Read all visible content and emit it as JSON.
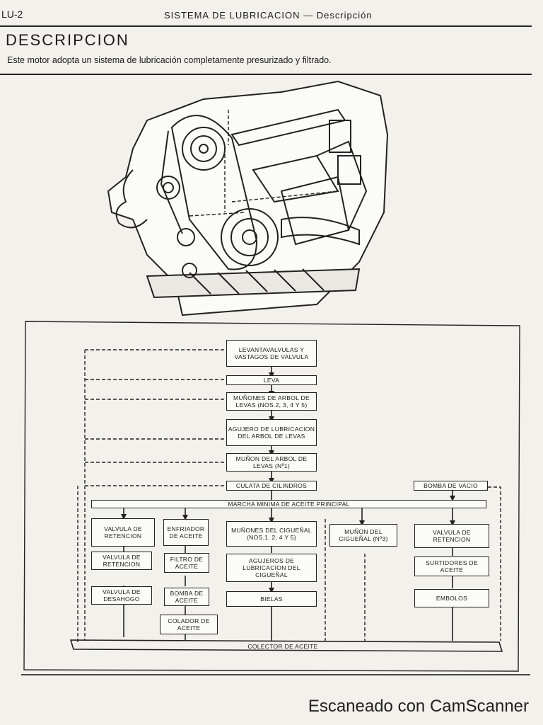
{
  "header": {
    "page_number": "LU-2",
    "section_title": "SISTEMA DE LUBRICACION — Descripción"
  },
  "document": {
    "title": "DESCRIPCION",
    "intro": "Este motor adopta un sistema de lubricación completamente presurizado y filtrado."
  },
  "diagram": {
    "boxes": {
      "levantavalvulas": "LEVANTAVALVULAS Y VASTAGOS DE VALVULA",
      "leva": "LEVA",
      "munones_arbol": "MUÑONES DE ARBOL DE LEVAS (Nos.2, 3, 4 y 5)",
      "agujero_arbol": "AGUJERO DE LUBRICACION DEL ARBOL DE LEVAS",
      "munon_arbol_1": "MUÑON DEL ARBOL DE LEVAS (Nº1)",
      "culata": "CULATA DE CILINDROS",
      "bomba_vacio": "BOMBA DE VACIO",
      "marcha": "MARCHA MINIMA DE ACEITE PRINCIPAL",
      "valvula_ret_1": "VALVULA DE RETENCION",
      "enfriador": "ENFRIADOR DE ACEITE",
      "munones_cig": "MUÑONES DEL CIGUEÑAL (Nos.1, 2, 4 y 5)",
      "munon_cig_3": "MUÑON DEL CIGUEÑAL (Nº3)",
      "valvula_ret_right": "VALVULA DE RETENCION",
      "valvula_ret_2": "VALVULA DE RETENCION",
      "filtro": "FILTRO DE ACEITE",
      "agujeros_cig": "AGUJEROS DE LUBRICACION DEL CIGUEÑAL",
      "surtidores": "SURTIDORES DE ACEITE",
      "valvula_desahogo": "VALVULA DE DESAHOGO",
      "bomba_aceite": "BOMBA DE ACEITE",
      "bielas": "BIELAS",
      "embolos": "EMBOLOS",
      "colador": "COLADOR DE ACEITE",
      "colector": "COLECTOR DE ACEITE"
    }
  },
  "footer": {
    "watermark": "Escaneado con CamScanner"
  }
}
